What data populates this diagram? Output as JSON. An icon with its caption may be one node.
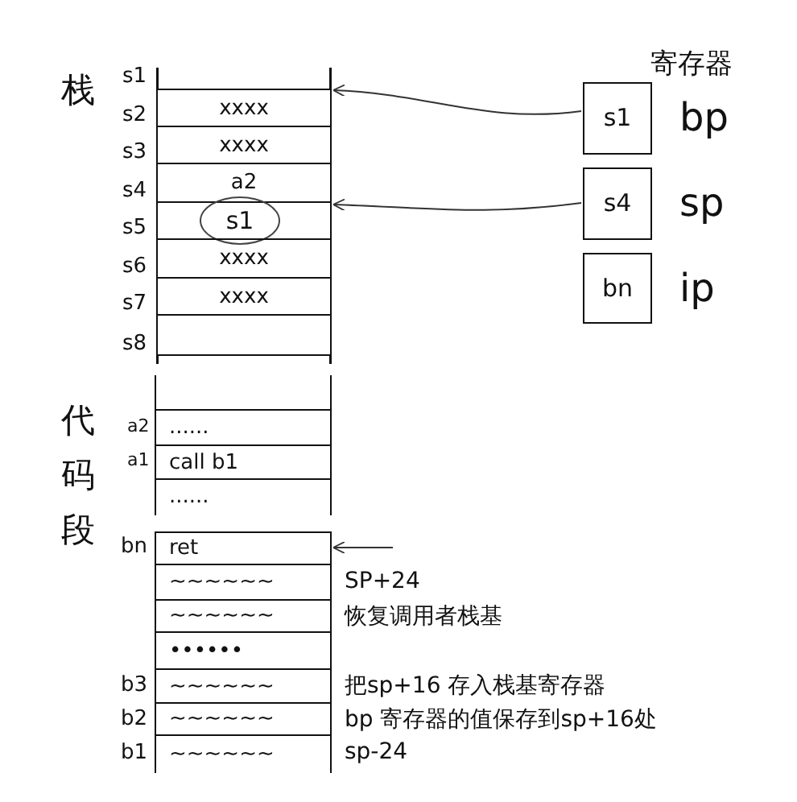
{
  "diagram": {
    "nodes": [
      {
        "text": [
          "xxxx"
        ]
      },
      {
        "text": [
          "xxxx"
        ]
      },
      {
        "text": [
          "a2"
        ]
      },
      {
        "text": [],
        "shape": "box"
      },
      {
        "text": [
          "s1"
        ],
        "in": 3
      },
      {
        "text": [
          "xxxx"
        ]
      },
      {
        "text": [
          "xxxx"
        ]
      },
      {
        "text": [],
        "shape": "box"
      },
      {
        "text": [
          "s1"
        ],
        "beside": [
          "bp"
        ]
      },
      {
        "text": [
          "s4"
        ],
        "beside": [
          "sp"
        ]
      },
      {
        "text": [
          "bn"
        ],
        "beside": [
          "ip"
        ]
      },
      {
        "text": [],
        "shape": "box"
      },
      {
        "text": [
          "......"
        ]
      },
      {
        "text": [
          "call b1"
        ]
      },
      {
        "text": [
          "......"
        ]
      },
      {
        "text": [
          "ret"
        ]
      },
      {
        "text": [
          "~~~~~~"
        ],
        "beside": [
          "SP+24"
        ]
      },
      {
        "text": [
          "~~~~~~"
        ],
        "beside": [
          "恢复调用者栈基"
        ]
      },
      {
        "text": [
          "••••••"
        ]
      },
      {
        "text": [
          "~~~~~~"
        ],
        "beside": [
          "把sp+16 存入栈基寄存器"
        ]
      },
      {
        "text": [
          "~~~~~~"
        ],
        "beside": [
          "bp 寄存器的值保存到sp+16处"
        ]
      },
      {
        "text": [
          "~~~~~~"
        ],
        "beside": [
          "sp-24"
        ]
      }
    ],
    "edges": [
      {
        "from": 8,
        "to": 0,
        "arrow": "to"
      },
      {
        "from": 9,
        "to": 3,
        "arrow": "to"
      },
      {
        "from": null,
        "to": 15,
        "arrow": "to"
      }
    ],
    "labels": [
      "寄存器",
      "栈",
      "s1",
      "s2",
      "s3",
      "s4",
      "s5",
      "s6",
      "s7",
      "s8",
      "代码段",
      "a2",
      "a1",
      "bn",
      "b3",
      "b2",
      "b1"
    ]
  }
}
